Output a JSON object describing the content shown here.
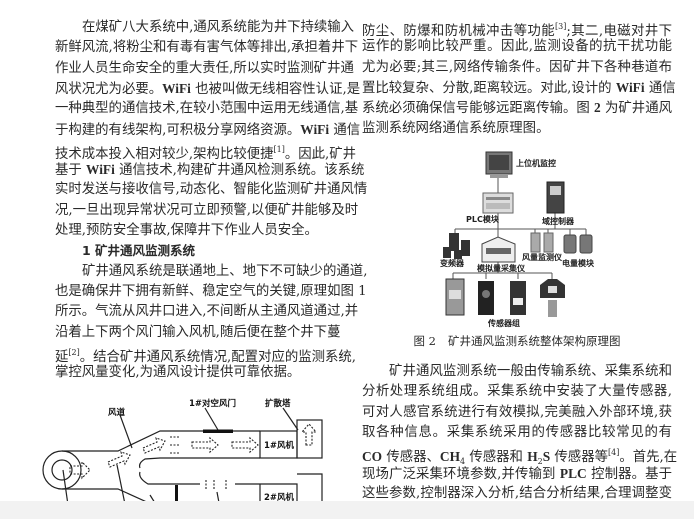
{
  "left_column": {
    "lines": [
      {
        "indent": true,
        "segs": [
          {
            "t": "在煤矿八大系统中,通风系统能为井下持续输入"
          }
        ]
      },
      {
        "segs": [
          {
            "t": "新鲜风流,将粉尘和有毒有害气体等排出,承担着井下"
          }
        ]
      },
      {
        "segs": [
          {
            "t": "作业人员生命安全的重大责任,所以实时监测矿井通"
          }
        ]
      },
      {
        "segs": [
          {
            "t": "风状况尤为必要。"
          },
          {
            "b": "WiFi"
          },
          {
            "t": " 也被叫做无线相容性认证,是"
          }
        ]
      },
      {
        "segs": [
          {
            "t": "一种典型的通信技术,在较小范围中运用无线通信,基"
          }
        ]
      },
      {
        "segs": [
          {
            "t": "于构建的有线架构,可积极分享网络资源。"
          },
          {
            "b": "WiFi"
          },
          {
            "t": " 通信"
          }
        ]
      },
      {
        "segs": [
          {
            "t": "技术成本投入相对较少,架构比较便捷"
          },
          {
            "sup": "[1]"
          },
          {
            "t": "。因此,矿井"
          }
        ]
      },
      {
        "segs": [
          {
            "t": "基于 "
          },
          {
            "b": "WiFi"
          },
          {
            "t": " 通信技术,构建矿井通风检测系统。该系统"
          }
        ]
      },
      {
        "segs": [
          {
            "t": "实时发送与接收信号,动态化、智能化监测矿井通风情"
          }
        ]
      },
      {
        "segs": [
          {
            "t": "况,一旦出现异常状况可立即预警,以便矿井能够及时"
          }
        ]
      },
      {
        "last": true,
        "segs": [
          {
            "t": "处理,预防安全事故,保障井下作业人员安全。"
          }
        ]
      },
      {
        "heading": true,
        "indent": true,
        "segs": [
          {
            "t": "1 矿井通风监测系统"
          }
        ]
      },
      {
        "indent": true,
        "segs": [
          {
            "t": "矿井通风系统是联通地上、地下不可缺少的通道,"
          }
        ]
      },
      {
        "segs": [
          {
            "t": "也是确保井下拥有新鲜、稳定空气的关键,原理如图 1"
          }
        ]
      },
      {
        "segs": [
          {
            "t": "所示。气流从风井口进入,不间断从主通风道通过,并"
          }
        ]
      },
      {
        "segs": [
          {
            "t": "沿着上下两个风门输入风机,随后便在整个井下蔓"
          }
        ]
      },
      {
        "segs": [
          {
            "t": "延"
          },
          {
            "sup": "[2]"
          },
          {
            "t": "。结合矿井通风系统情况,配置对应的监测系统,"
          }
        ]
      },
      {
        "last": true,
        "segs": [
          {
            "t": "掌控风量变化,为通风设计提供可靠依据。"
          }
        ]
      }
    ]
  },
  "right_top": {
    "lines": [
      {
        "segs": [
          {
            "t": "防尘、防爆和防机械冲击等功能"
          },
          {
            "sup": "[3]"
          },
          {
            "t": ";其二,电磁对井下"
          }
        ]
      },
      {
        "segs": [
          {
            "t": "运作的影响比较严重。因此,监测设备的抗干扰功能"
          }
        ]
      },
      {
        "segs": [
          {
            "t": "尤为必要;其三,网络传输条件。因矿井下各种巷道布"
          }
        ]
      },
      {
        "segs": [
          {
            "t": "置比较复杂、分散,距离较远。对此,设计的 "
          },
          {
            "b": "WiFi"
          },
          {
            "t": " 通信"
          }
        ]
      },
      {
        "segs": [
          {
            "t": "系统必须确保信号能够远距离传输。图 "
          },
          {
            "b": "2"
          },
          {
            "t": " 为矿井通风"
          }
        ]
      },
      {
        "last": true,
        "segs": [
          {
            "t": "监测系统网络通信系统原理图。"
          }
        ]
      }
    ]
  },
  "right_bottom": {
    "lines": [
      {
        "indent": true,
        "segs": [
          {
            "t": "矿井通风监测系统一般由传输系统、采集系统和"
          }
        ]
      },
      {
        "segs": [
          {
            "t": "分析处理系统组成。采集系统中安装了大量传感器,"
          }
        ]
      },
      {
        "segs": [
          {
            "t": "可对人感官系统进行有效模拟,完美融入外部环境,获"
          }
        ]
      },
      {
        "segs": [
          {
            "t": "取各种信息。采集系统采用的传感器比较常见的有"
          }
        ]
      },
      {
        "segs": [
          {
            "b": "CO"
          },
          {
            "t": " 传感器、"
          },
          {
            "b": "CH"
          },
          {
            "sub": "4"
          },
          {
            "t": " 传感器和 "
          },
          {
            "b": "H"
          },
          {
            "sub": "2"
          },
          {
            "b": "S"
          },
          {
            "t": " 传感器等"
          },
          {
            "sup": "[4]"
          },
          {
            "t": "。首先,在"
          }
        ]
      },
      {
        "segs": [
          {
            "t": "现场广泛采集环境参数,并传输到 "
          },
          {
            "b": "PLC"
          },
          {
            "t": " 控制器。基于"
          }
        ]
      },
      {
        "segs": [
          {
            "t": "这些参数,控制器深入分析,结合分析结果,合理调整变"
          }
        ]
      }
    ]
  },
  "figure2": {
    "caption_num": "图 2",
    "caption_text": "矿井通风监测系统整体架构原理图",
    "labels": {
      "host": "上位机监控",
      "plc": "PLC模块",
      "domain_controller": "域控制器",
      "inverter": "变频器",
      "analog_collector": "模拟量采集仪",
      "airflow_monitor": "风量监测仪",
      "power_module": "电量模块",
      "sensor_group": "传感器组"
    }
  },
  "figure1": {
    "labels": {
      "duct": "风道",
      "door1": "1#对空风门",
      "tower": "扩散塔",
      "fan1": "1#风机",
      "fan2": "2#风机"
    }
  }
}
